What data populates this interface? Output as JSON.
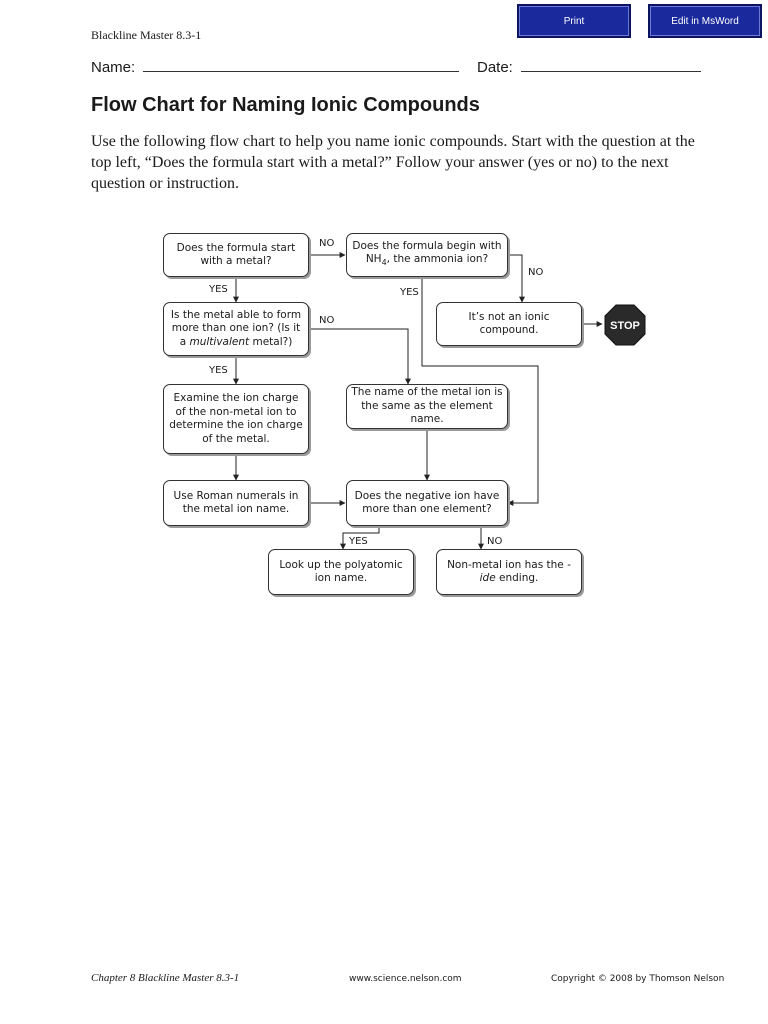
{
  "toolbar": {
    "print_label": "Print",
    "edit_label": "Edit in MsWord"
  },
  "header": {
    "master": "Blackline Master 8.3-1",
    "name_label": "Name:",
    "date_label": "Date:"
  },
  "title": "Flow Chart for Naming Ionic Compounds",
  "intro": "Use the following flow chart to help you name ionic compounds. Start with the question at the top left, “Does the formula start with a metal?” Follow your answer (yes or no) to the next question or instruction.",
  "flow": {
    "q1": "Does the formula start with a metal?",
    "q2_part1": "Does the formula begin with NH",
    "q2_sub": "4",
    "q2_part2": ", the ammonia ion?",
    "q3_part1": "Is the metal able to form more than one ion? (Is it a ",
    "q3_em": "multivalent",
    "q3_part2": " metal?)",
    "not_ionic": "It’s not an ionic compound.",
    "stop": "STOP",
    "examine": "Examine the ion charge of the non-metal ion to determine the ion charge of the metal.",
    "same_name": "The name of the metal ion is the same as the element name.",
    "roman": "Use Roman numerals in the metal ion name.",
    "q4": "Does the negative ion have more than one element?",
    "polyatomic": "Look up the polyatomic ion name.",
    "ide_part1": "Non-metal ion has the ",
    "ide_em": "-ide",
    "ide_part2": " ending.",
    "labels": {
      "no_q1": "NO",
      "yes_q1": "YES",
      "no_q2": "NO",
      "yes_q2": "YES",
      "no_q3": "NO",
      "yes_q3": "YES",
      "yes_q4": "YES",
      "no_q4": "NO"
    }
  },
  "footer": {
    "left": "Chapter 8 Blackline Master 8.3-1",
    "center": "www.science.nelson.com",
    "right": "Copyright © 2008 by Thomson Nelson"
  },
  "colors": {
    "button_bg": "#1a2a9c",
    "stop_fill": "#2a2a2a"
  }
}
